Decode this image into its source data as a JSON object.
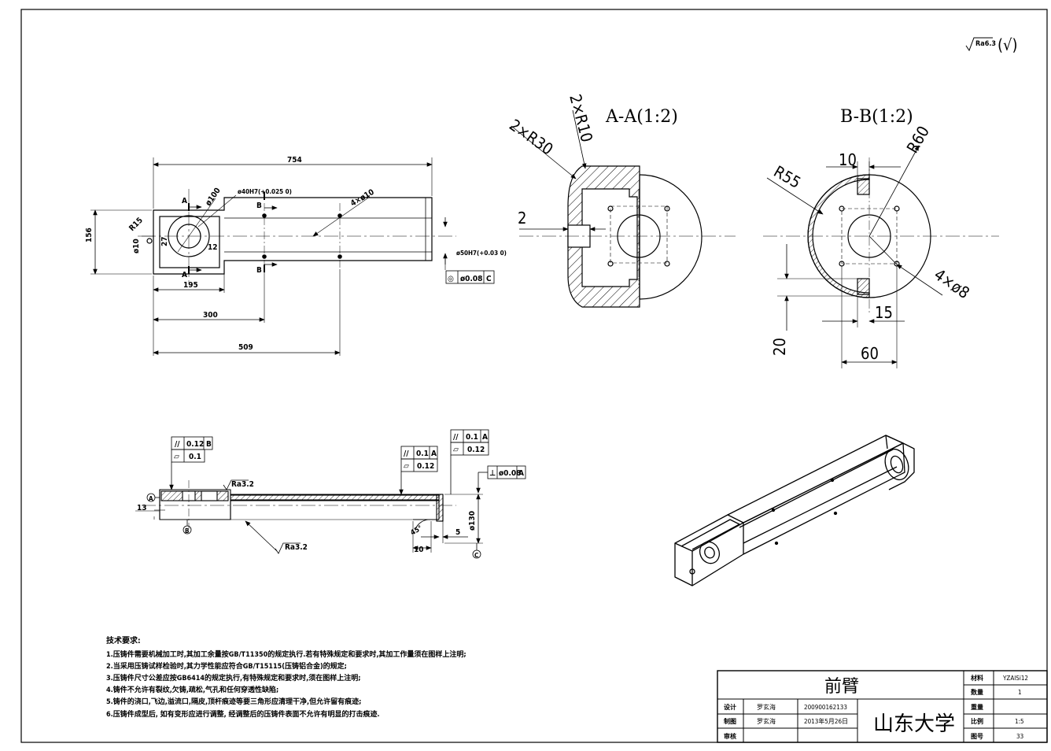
{
  "roughness_general": {
    "symbol_value": "Ra6.3",
    "bracket_mark": "(√)"
  },
  "section_aa": {
    "title": "A-A(1:2)",
    "dims": {
      "r30": "2×R30",
      "r10": "2×R10",
      "gap": "2"
    }
  },
  "section_bb": {
    "title": "B-B(1:2)",
    "dims": {
      "r55": "R55",
      "r60": "R60",
      "w10": "10",
      "holes": "4×ø8",
      "w15": "15",
      "h20": "20",
      "w60": "60"
    }
  },
  "front_view": {
    "dims": {
      "d754": "754",
      "d156": "156",
      "d195": "195",
      "d300": "300",
      "d509": "509",
      "r15": "R15",
      "d10": "ø10",
      "d100": "ø100",
      "d27": "27",
      "d12": "12",
      "bore40": "ø40H7(+0.025 0)",
      "holes10": "4×ø10",
      "bore50": "ø50H7(+0.03 0)"
    },
    "section_labels": {
      "a": "A",
      "b": "B"
    },
    "tolerance_frame": {
      "symbol": "◎",
      "value": "ø0.08",
      "datum": "C"
    }
  },
  "side_view": {
    "frame_left": {
      "r1_sym": "//",
      "r1_val": "0.12",
      "r1_datum": "B",
      "r2_sym": "▱",
      "r2_val": "0.1"
    },
    "frame_mid": {
      "r1_sym": "//",
      "r1_val": "0.1",
      "r1_datum": "A",
      "r2_sym": "▱",
      "r2_val": "0.12"
    },
    "frame_right": {
      "r1_sym": "//",
      "r1_val": "0.1",
      "r1_datum": "A",
      "r2_sym": "▱",
      "r2_val": "0.12"
    },
    "frame_perp": {
      "sym": "⊥",
      "val": "ø0.08",
      "datum": "A"
    },
    "rough_top": "Ra3.2",
    "rough_bottom": "Ra3.2",
    "dims": {
      "d13": "13",
      "d130": "ø130",
      "chamfer": "45°",
      "d10": "10",
      "d5": "5"
    },
    "datums": {
      "a": "A",
      "b": "B",
      "c": "C"
    }
  },
  "notes": {
    "title": "技术要求:",
    "lines": [
      "1.压铸件需要机械加工时,其加工余量按GB/T11350的规定执行.若有特殊规定和要求时,其加工作量须在图样上注明;",
      "2.当采用压铸试样检验时,其力学性能应符合GB/T15115(压铸铝合金)的规定;",
      "3.压铸件尺寸公差应按GB6414的规定执行,有特殊规定和要求时,须在图样上注明;",
      "4.铸件不允许有裂纹,欠铸,疏松,气孔和任何穿透性缺陷;",
      "5.铸件的浇口,飞边,溢流口,隔皮,顶杆痕迹等要三角形应清理干净,但允许留有痕迹;",
      "6.压铸件成型后, 如有变形应进行调整, 经调整后的压铸件表面不允许有明显的打击痕迹."
    ]
  },
  "title_block": {
    "part_name": "前臂",
    "school": "山东大学",
    "rows": [
      {
        "label": "设计",
        "name": "罗玄海",
        "value": "200900162133"
      },
      {
        "label": "制图",
        "name": "罗玄海",
        "value": "2013年5月26日"
      },
      {
        "label": "审核",
        "name": "",
        "value": ""
      }
    ],
    "props": [
      {
        "label": "材料",
        "value": "YZAlSi12"
      },
      {
        "label": "数量",
        "value": "1"
      },
      {
        "label": "重量",
        "value": ""
      },
      {
        "label": "比例",
        "value": "1:5"
      },
      {
        "label": "图号",
        "value": "33"
      }
    ]
  }
}
